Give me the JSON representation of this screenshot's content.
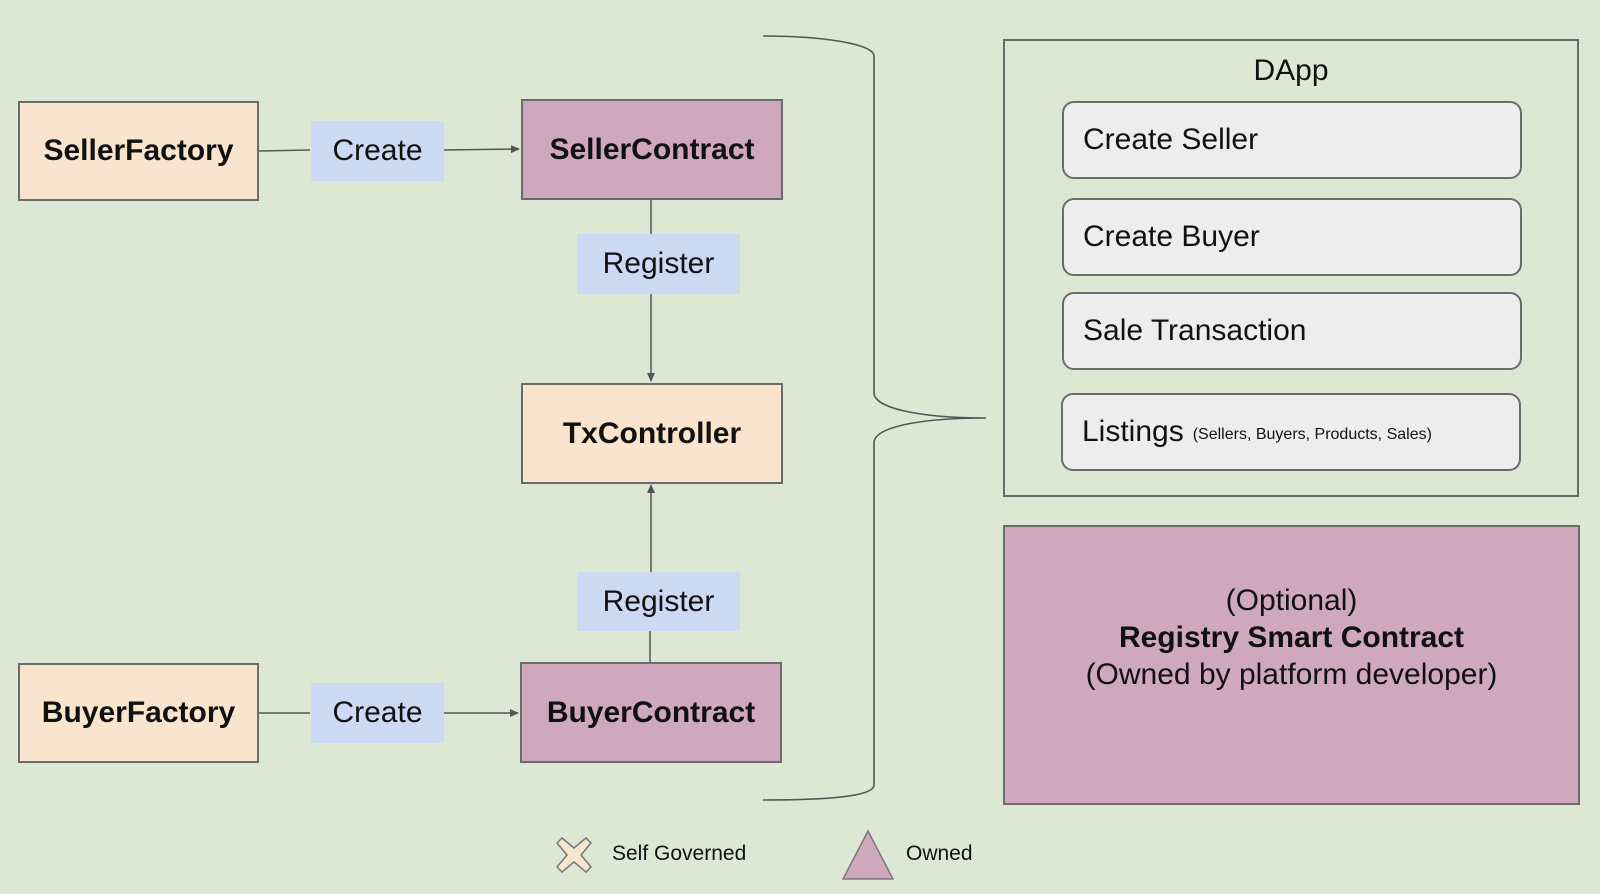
{
  "nodes": {
    "seller_factory": "SellerFactory",
    "seller_contract": "SellerContract",
    "tx_controller": "TxController",
    "buyer_factory": "BuyerFactory",
    "buyer_contract": "BuyerContract"
  },
  "edge_labels": {
    "create_seller": "Create",
    "register_seller": "Register",
    "register_buyer": "Register",
    "create_buyer": "Create"
  },
  "dapp": {
    "title": "DApp",
    "items": [
      {
        "label": "Create Seller",
        "sub": ""
      },
      {
        "label": "Create Buyer",
        "sub": ""
      },
      {
        "label": "Sale Transaction",
        "sub": ""
      },
      {
        "label": "Listings",
        "sub": "(Sellers, Buyers, Products, Sales)"
      }
    ]
  },
  "registry": {
    "line1": "(Optional)",
    "line2": "Registry Smart Contract",
    "line3": "(Owned by platform developer)"
  },
  "legend": {
    "self_governed": "Self Governed",
    "owned": "Owned"
  },
  "colors": {
    "background": "#dde8d4",
    "peach": "#f9e4cd",
    "mauve": "#cfa8bd",
    "label_blue": "#cbd9f2",
    "item_gray": "#ededed"
  }
}
